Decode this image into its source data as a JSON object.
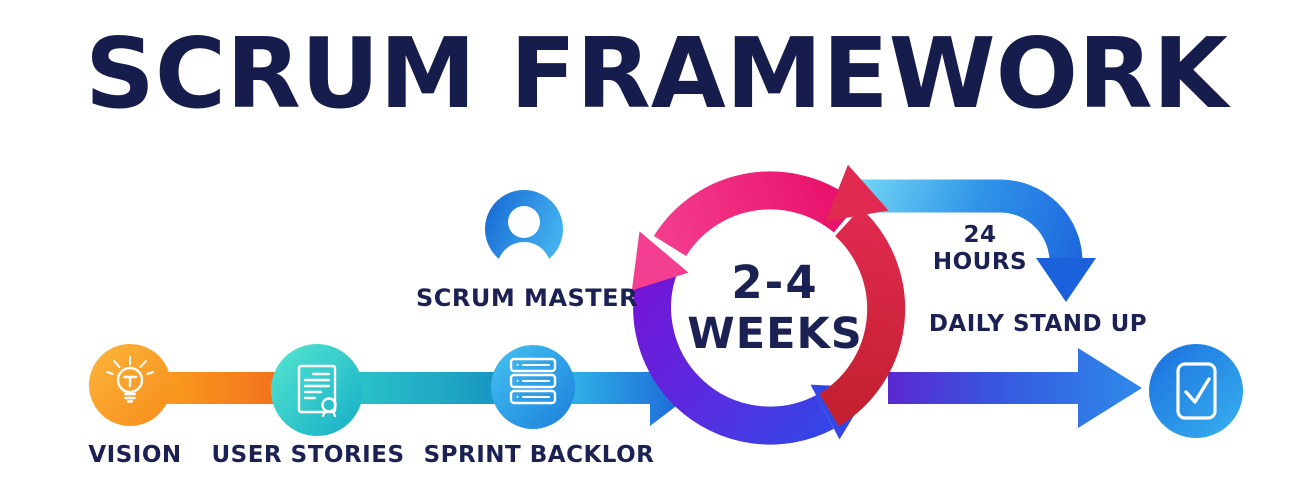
{
  "title": "SCRUM FRAMEWORK",
  "steps": [
    {
      "label": "VISION",
      "icon": "lightbulb-icon"
    },
    {
      "label": "USER STORIES",
      "icon": "certificate-document-icon"
    },
    {
      "label": "SPRINT BACKLOR",
      "icon": "backlog-stack-icon"
    }
  ],
  "scrum_master": {
    "label": "SCRUM MASTER",
    "icon": "person-icon"
  },
  "cycle": {
    "duration": "2-4",
    "unit": "WEEKS"
  },
  "daily_loop": {
    "value": "24",
    "unit": "HOURS",
    "label": "DAILY STAND UP"
  },
  "done": {
    "icon": "check-square-icon"
  },
  "colors": {
    "navy_text": "#1b2153",
    "orange": "#f7941e",
    "teal": "#1cb0c8",
    "blue": "#2186dd",
    "pink_arc": "#ed1170",
    "red_arc": "#cf2334",
    "purple_arc": "#6b21d8",
    "exit_arrow_blue": "#2e7ae6",
    "loop_cyan": "#74d9f4"
  }
}
